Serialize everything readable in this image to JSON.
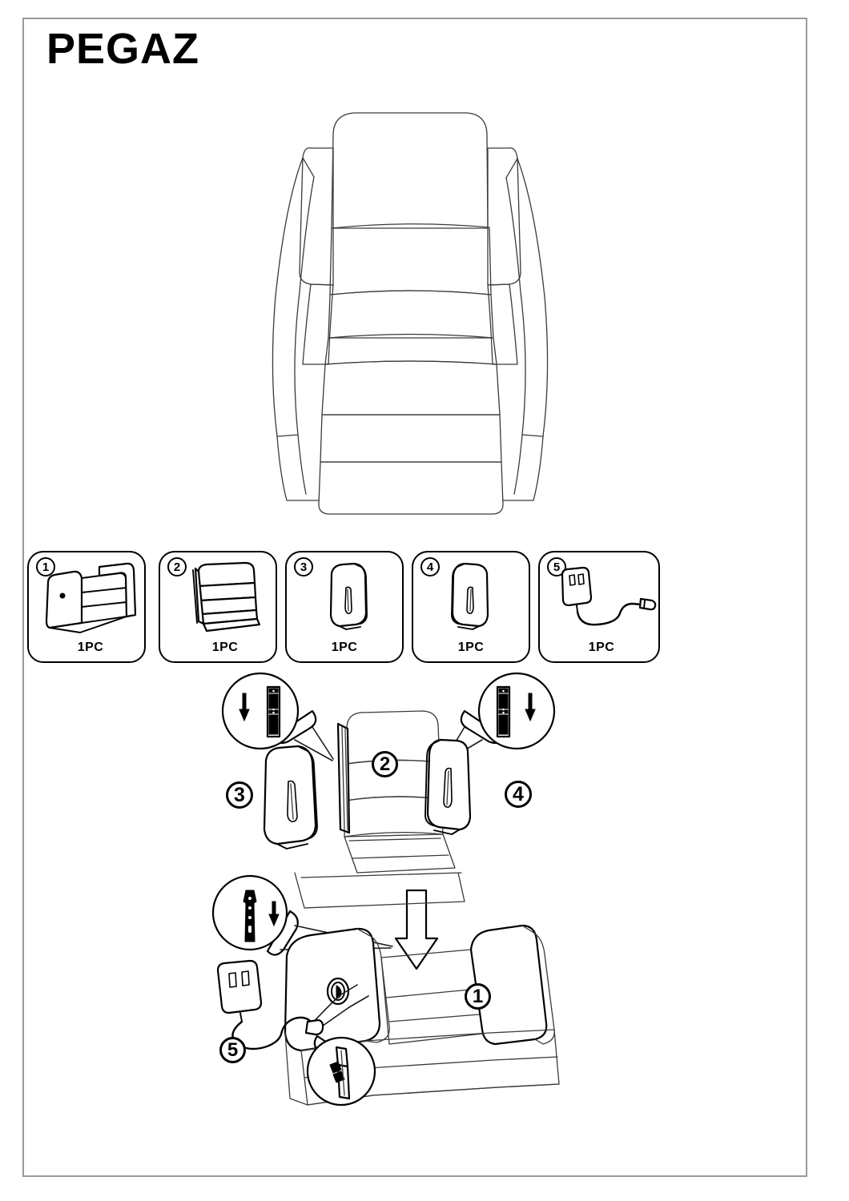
{
  "document": {
    "title": "PEGAZ",
    "type": "furniture-assembly-instruction-sheet"
  },
  "hero": {
    "name": "recliner-armchair-front-view",
    "description": "Front elevation line drawing of the PEGAZ recliner armchair"
  },
  "parts_inventory": {
    "tiles": [
      {
        "number": "1",
        "quantity": "1PC",
        "icon": "chair-base-icon",
        "part": "chair-base-frame"
      },
      {
        "number": "2",
        "quantity": "1PC",
        "icon": "backrest-icon",
        "part": "backrest-cushion-assembly"
      },
      {
        "number": "3",
        "quantity": "1PC",
        "icon": "left-armrest-icon",
        "part": "left-armrest"
      },
      {
        "number": "4",
        "quantity": "1PC",
        "icon": "right-armrest-icon",
        "part": "right-armrest"
      },
      {
        "number": "5",
        "quantity": "1PC",
        "icon": "power-adapter-icon",
        "part": "power-adapter-cable"
      }
    ]
  },
  "assembly": {
    "steps": [
      {
        "number": "3",
        "name": "attach-left-armrest"
      },
      {
        "number": "2",
        "name": "insert-backrest"
      },
      {
        "number": "4",
        "name": "attach-right-armrest"
      },
      {
        "number": "1",
        "name": "chair-base"
      },
      {
        "number": "5",
        "name": "connect-power-adapter"
      }
    ],
    "callouts": [
      {
        "name": "left-bracket-detail",
        "icon": "slotted-rail-down-arrow-icon"
      },
      {
        "name": "right-bracket-detail",
        "icon": "slotted-rail-down-arrow-icon"
      },
      {
        "name": "backrest-bracket-detail",
        "icon": "bracket-insert-down-arrow-icon"
      },
      {
        "name": "cable-connector-detail",
        "icon": "plug-connector-icon"
      }
    ],
    "arrows": [
      {
        "name": "backrest-insertion-arrow",
        "direction": "down"
      }
    ]
  },
  "colors": {
    "line": "#1a1a1a",
    "border": "#9a9a9a",
    "background": "#ffffff"
  }
}
